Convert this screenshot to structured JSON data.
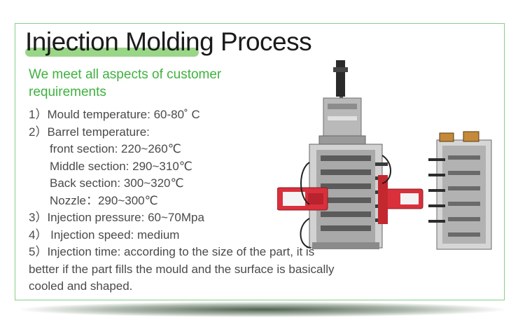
{
  "title": "Injection Molding Process",
  "subtitle": "We meet all aspects of customer requirements",
  "specs": [
    "1）Mould temperature: 60-80˚ C",
    "2）Barrel temperature:",
    "front section: 220~260℃",
    "Middle section: 290~310℃",
    "Back section: 300~320℃",
    "Nozzle：290~300℃",
    "3）Injection pressure: 60~70Mpa",
    "4） Injection speed: medium",
    "5）Injection time: according to the size of the part, it is better if the part fills the mould and the surface is basically cooled and shaped."
  ],
  "colors": {
    "accent_green": "#3fb23f",
    "title_highlight": "#8fd27a",
    "frame_border": "#86cf86",
    "mold_red": "#d9303c"
  },
  "image": "injection-mold-machine"
}
